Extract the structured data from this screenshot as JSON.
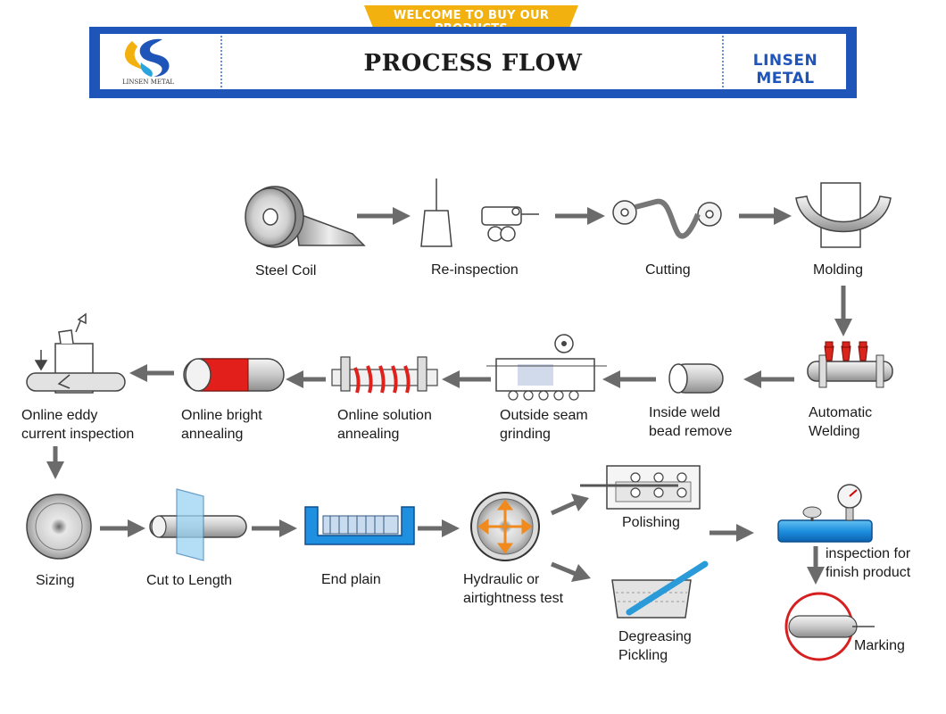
{
  "header": {
    "banner": "WELCOME TO BUY OUR PRODUCTS",
    "title": "PROCESS FLOW",
    "brand": "LINSEN METAL",
    "logo_caption": "LINSEN METAL",
    "colors": {
      "header_blue": "#1f54b8",
      "banner_gold": "#f2b10e"
    }
  },
  "steps": {
    "steel_coil": "Steel Coil",
    "reinspection": "Re-inspection",
    "cutting": "Cutting",
    "molding": "Molding",
    "automatic_welding": [
      "Automatic",
      "Welding"
    ],
    "inside_weld": [
      "Inside weld",
      "bead remove"
    ],
    "outside_grinding": [
      "Outside seam",
      "grinding"
    ],
    "solution_annealing": [
      "Online solution",
      "annealing"
    ],
    "bright_annealing": [
      "Online bright",
      "annealing"
    ],
    "eddy_inspection": [
      "Online eddy",
      "current inspection"
    ],
    "sizing": "Sizing",
    "cut_to_length": "Cut to Length",
    "end_plain": "End plain",
    "hydraulic_test": [
      "Hydraulic or",
      "airtightness test"
    ],
    "polishing": "Polishing",
    "degreasing": [
      "Degreasing",
      "Pickling"
    ],
    "finish_inspection": [
      "inspection for",
      "finish product"
    ],
    "marking": "Marking"
  }
}
